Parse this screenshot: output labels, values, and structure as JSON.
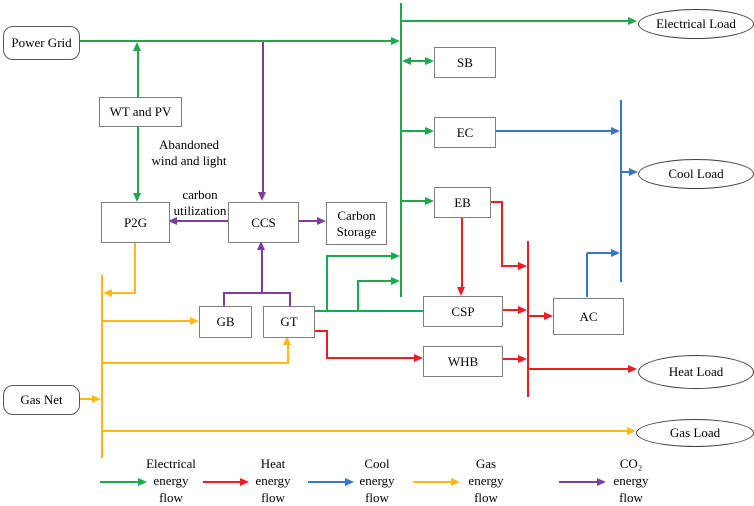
{
  "colors": {
    "electrical": "#1CA84F",
    "heat": "#EC1C24",
    "cool": "#3A75C4",
    "gas": "#FDB813",
    "co2": "#7B3FA0"
  },
  "nodes": {
    "power_grid": "Power Grid",
    "gas_net": "Gas Net",
    "wt_pv": "WT and PV",
    "p2g": "P2G",
    "ccs": "CCS",
    "carbon_storage": "Carbon\nStorage",
    "gb": "GB",
    "gt": "GT",
    "sb": "SB",
    "ec": "EC",
    "eb": "EB",
    "csp": "CSP",
    "whb": "WHB",
    "ac": "AC",
    "electrical_load": "Electrical Load",
    "cool_load": "Cool Load",
    "heat_load": "Heat Load",
    "gas_load": "Gas Load"
  },
  "annotations": {
    "abandoned": "Abandoned\nwind and light",
    "carbon_utilization": "carbon\nutilization"
  },
  "legend": {
    "items": [
      {
        "label": "Electrical\nenergy\nflow",
        "flow": "electrical"
      },
      {
        "label": "Heat\nenergy\nflow",
        "flow": "heat"
      },
      {
        "label": "Cool\nenergy\nflow",
        "flow": "cool"
      },
      {
        "label": "Gas\nenergy\nflow",
        "flow": "gas"
      },
      {
        "label": "CO₂\nenergy\nflow",
        "flow": "co2"
      }
    ]
  }
}
